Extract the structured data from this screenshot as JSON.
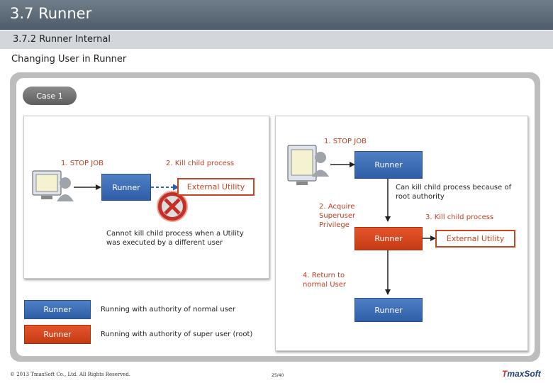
{
  "header": {
    "title": "3.7 Runner",
    "subtitle": "3.7.2 Runner Internal"
  },
  "section_heading": "Changing User in Runner",
  "case_badge": "Case 1",
  "left_scenario": {
    "stop_job": "1. STOP JOB",
    "kill_child": "2. Kill child process",
    "runner": "Runner",
    "external_utility": "External Utility",
    "error_note": "Cannot kill child process when a Utility was executed by a different user"
  },
  "right_scenario": {
    "stop_job": "1. STOP JOB",
    "runner_top": "Runner",
    "acquire": "2. Acquire Superuser Privilege",
    "can_kill": "Can kill child process because of root authority",
    "kill_child": "3. Kill child process",
    "runner_root": "Runner",
    "external_utility": "External Utility",
    "return_normal": "4. Return to normal User",
    "runner_bottom": "Runner"
  },
  "legend": [
    {
      "label": "Runner",
      "description": "Running with authority of normal user",
      "color": "#3f6fb5"
    },
    {
      "label": "Runner",
      "description": "Running with authority of super user (root)",
      "color": "#d9471c"
    }
  ],
  "footer": {
    "copyright": "© 2013 TmaxSoft Co., Ltd. All Rights Reserved.",
    "page": "25/40",
    "logo_prefix": "T",
    "logo_suffix": "maxSoft"
  },
  "colors": {
    "normal_user": "#3f6fb5",
    "super_user": "#d9471c",
    "label_red": "#c23b22"
  }
}
